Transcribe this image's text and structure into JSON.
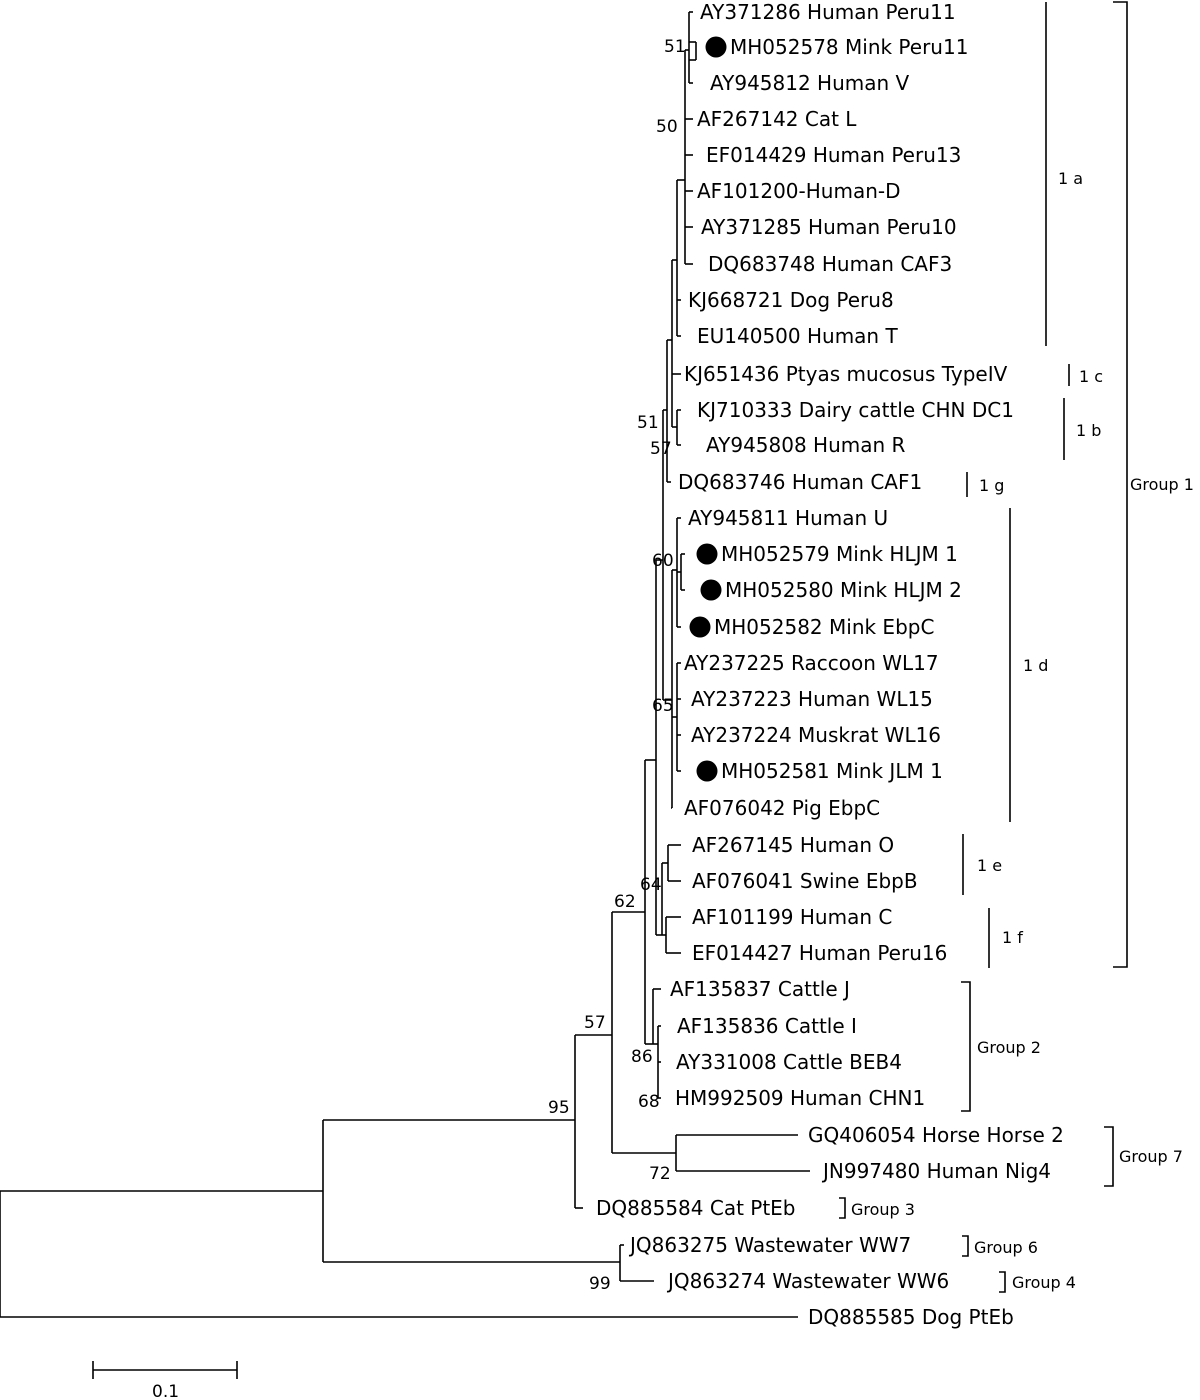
{
  "taxa": [
    {
      "label": "AY371286 Human Peru11",
      "mink": false
    },
    {
      "label": "MH052578 Mink Peru11",
      "mink": true
    },
    {
      "label": "AY945812 Human V",
      "mink": false
    },
    {
      "label": "AF267142 Cat L",
      "mink": false
    },
    {
      "label": "EF014429 Human Peru13",
      "mink": false
    },
    {
      "label": "AF101200-Human-D",
      "mink": false
    },
    {
      "label": "AY371285 Human Peru10",
      "mink": false
    },
    {
      "label": "DQ683748 Human CAF3",
      "mink": false
    },
    {
      "label": "KJ668721 Dog Peru8",
      "mink": false
    },
    {
      "label": "EU140500 Human T",
      "mink": false
    },
    {
      "label": "KJ651436 Ptyas mucosus TypeIV",
      "mink": false
    },
    {
      "label": "KJ710333 Dairy cattle CHN DC1",
      "mink": false
    },
    {
      "label": "AY945808 Human R",
      "mink": false
    },
    {
      "label": "DQ683746 Human CAF1",
      "mink": false
    },
    {
      "label": "AY945811 Human U",
      "mink": false
    },
    {
      "label": "MH052579 Mink HLJM 1",
      "mink": true
    },
    {
      "label": "MH052580 Mink HLJM 2",
      "mink": true
    },
    {
      "label": "MH052582 Mink EbpC",
      "mink": true
    },
    {
      "label": "AY237225 Raccoon WL17",
      "mink": false
    },
    {
      "label": "AY237223 Human WL15",
      "mink": false
    },
    {
      "label": "AY237224 Muskrat WL16",
      "mink": false
    },
    {
      "label": "MH052581 Mink JLM 1",
      "mink": true
    },
    {
      "label": "AF076042 Pig EbpC",
      "mink": false
    },
    {
      "label": "AF267145 Human O",
      "mink": false
    },
    {
      "label": "AF076041 Swine EbpB",
      "mink": false
    },
    {
      "label": "AF101199 Human C",
      "mink": false
    },
    {
      "label": "EF014427 Human Peru16",
      "mink": false
    },
    {
      "label": "AF135837 Cattle J",
      "mink": false
    },
    {
      "label": "AF135836 Cattle I",
      "mink": false
    },
    {
      "label": "AY331008 Cattle BEB4",
      "mink": false
    },
    {
      "label": "HM992509 Human CHN1",
      "mink": false
    },
    {
      "label": "GQ406054 Horse Horse 2",
      "mink": false
    },
    {
      "label": "JN997480 Human Nig4",
      "mink": false
    },
    {
      "label": "DQ885584 Cat PtEb",
      "mink": false
    },
    {
      "label": "JQ863275 Wastewater WW7",
      "mink": false
    },
    {
      "label": "JQ863274 Wastewater WW6",
      "mink": false
    },
    {
      "label": "DQ885585 Dog PtEb",
      "mink": false
    }
  ],
  "bootstrap": [
    "51",
    "50",
    "51",
    "57",
    "60",
    "65",
    "64",
    "62",
    "57",
    "95",
    "86",
    "68",
    "72",
    "99"
  ],
  "subgroups": [
    "1 a",
    "1 c",
    "1 b",
    "1 g",
    "1 d",
    "1 e",
    "1 f"
  ],
  "groups": [
    "Group 1",
    "Group 2",
    "Group 7",
    "Group 3",
    "Group 6",
    "Group 4"
  ],
  "scale_bar": {
    "label": "0.1",
    "value": 0.1
  }
}
